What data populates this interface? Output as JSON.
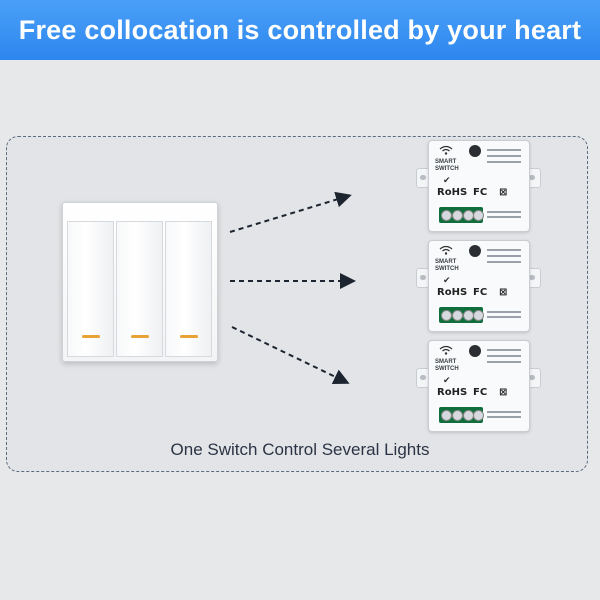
{
  "banner": {
    "title": "Free collocation is controlled by your heart"
  },
  "caption": "One Switch Control Several Lights",
  "module": {
    "brand_line1": "SMART",
    "brand_line2": "SWITCH",
    "rohs": "RoHS",
    "fc": "FC"
  },
  "colors": {
    "banner": "#2d86ee",
    "led": "#e8a235",
    "terminal": "#0f6e3b"
  },
  "icons": [
    "wifi-icon",
    "check-icon",
    "rohs-mark",
    "fc-mark",
    "weee-bin-icon",
    "arrow-icon"
  ]
}
